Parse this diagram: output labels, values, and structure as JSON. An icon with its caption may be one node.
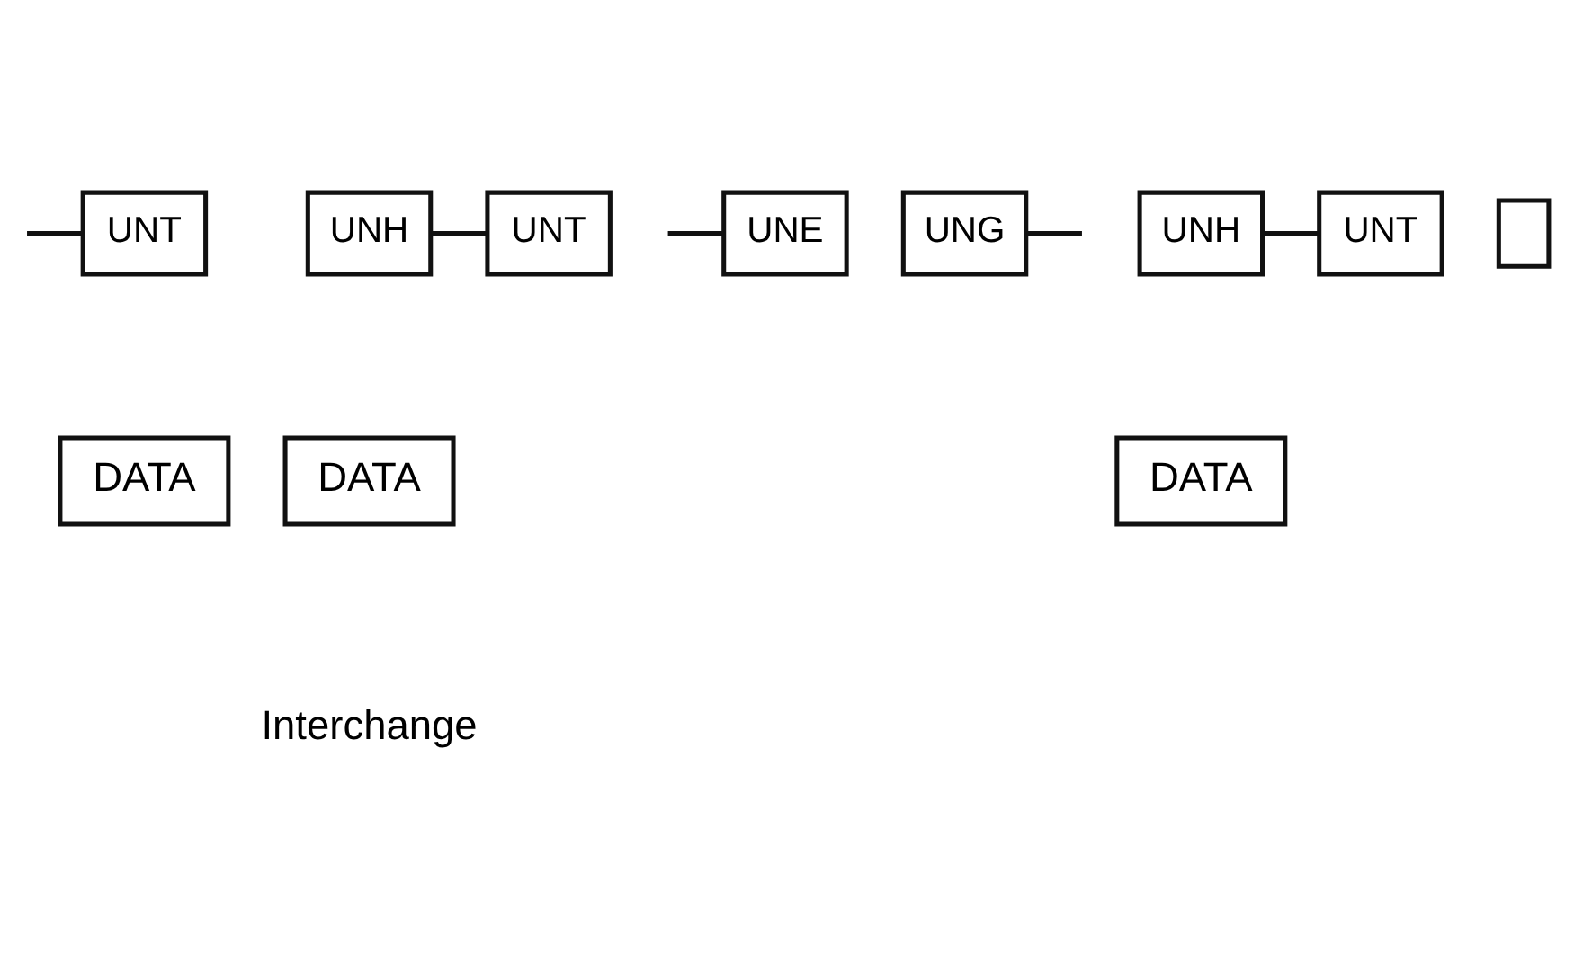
{
  "diagram": {
    "nodes": [
      {
        "text": [
          "DATA"
        ]
      },
      {
        "text": [
          "UNT"
        ]
      },
      {
        "text": [
          "UNH"
        ]
      },
      {
        "text": [
          "DATA"
        ]
      },
      {
        "text": [
          "UNT"
        ]
      },
      {
        "text": [
          "UNE"
        ]
      },
      {
        "text": [
          "UNG"
        ]
      },
      {
        "text": [
          "UNH"
        ]
      },
      {
        "text": [
          "DATA"
        ]
      },
      {
        "text": [
          "UNT"
        ]
      },
      {
        "text": [],
        "shape": "box"
      }
    ],
    "edges": [
      {
        "from": null,
        "to": 1,
        "arrow": "none"
      },
      {
        "from": 2,
        "to": 4,
        "arrow": "none"
      },
      {
        "from": null,
        "to": 5,
        "arrow": "none"
      },
      {
        "from": 6,
        "to": null,
        "arrow": "none"
      },
      {
        "from": 7,
        "to": 9,
        "arrow": "none"
      }
    ],
    "labels": [
      "Interchange"
    ]
  }
}
